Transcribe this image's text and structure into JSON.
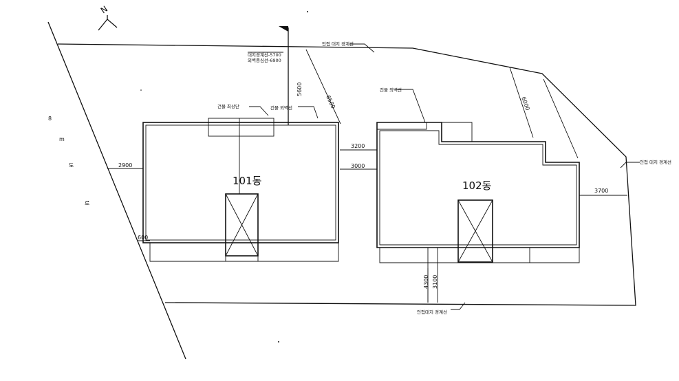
{
  "north": {
    "label": "N"
  },
  "road": {
    "chars": [
      "8",
      "m",
      "도",
      "로"
    ]
  },
  "buildings": {
    "b101": {
      "name": "101동",
      "rooftop_note": "건물 최상단",
      "wall_note": "건물 외벽선"
    },
    "b102": {
      "name": "102동",
      "wall_note": "건물 외벽선"
    }
  },
  "notes": {
    "height_line_1": "대지경계선-5700",
    "height_line_2": "외벽중심선-6900",
    "site_top": "인접 대지 경계선",
    "site_right": "인접 대지 경계선",
    "site_bottom": "인접대지 경계선"
  },
  "dims": {
    "d5600": "5600",
    "d6500": "6500",
    "d6000": "6000",
    "d3200": "3200",
    "d3000": "3000",
    "d2900": "2900",
    "d600": "600",
    "d3700": "3700",
    "d4300": "4300",
    "d3100": "3100"
  }
}
